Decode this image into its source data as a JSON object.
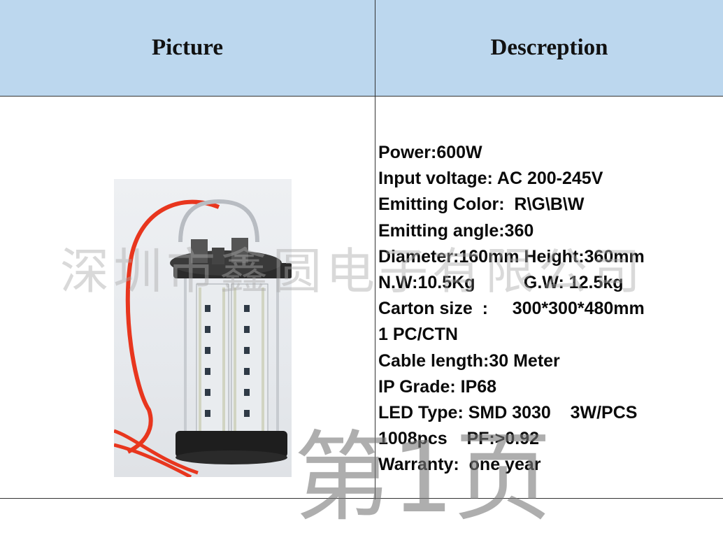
{
  "table": {
    "headers": {
      "picture": "Picture",
      "description": "Descreption"
    }
  },
  "specs": [
    "Power:600W",
    "Input voltage: AC 200-245V",
    "Emitting Color:  R\\G\\B\\W",
    "Emitting angle:360",
    "Diameter:160mm Height:360mm",
    "N.W:10.5Kg          G.W: 12.5kg",
    "Carton size  :     300*300*480mm",
    "1 PC/CTN",
    "Cable length:30 Meter",
    "IP Grade: IP68",
    "LED Type: SMD 3030    3W/PCS",
    "1008pcs    PF:>0.92",
    "Warranty:  one year"
  ],
  "watermarks": {
    "company": "深圳市鑫圆电子有限公司",
    "page": "第1页"
  },
  "colors": {
    "header_bg": "#bcd7ee",
    "cable": "#e8361e",
    "led_board": "#e9ecef",
    "housing": "#1e1e1e"
  }
}
